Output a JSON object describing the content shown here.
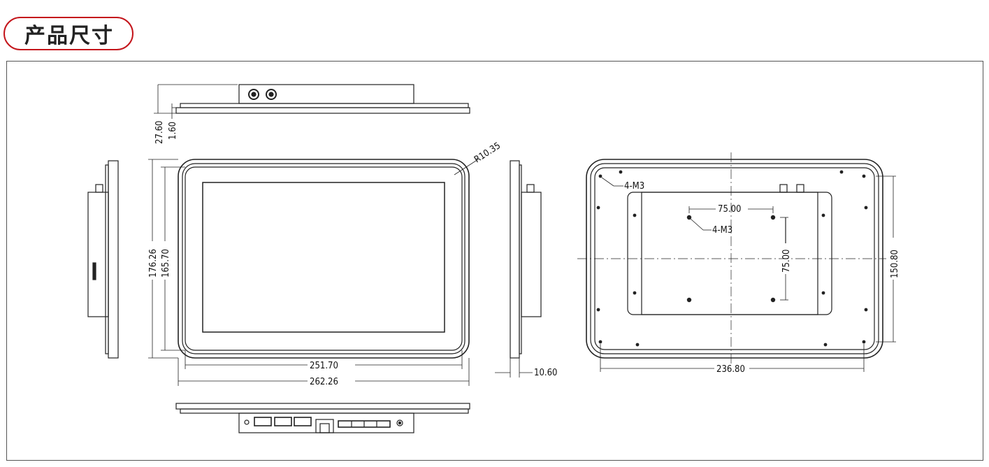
{
  "header": {
    "title": "产品尺寸"
  },
  "colors": {
    "accent": "#c4161c",
    "line": "#222222"
  },
  "dimensions": {
    "total_depth": "27.60",
    "panel_thickness": "1.60",
    "corner_radius": "R10.35",
    "outer_height": "176.26",
    "inner_height": "165.70",
    "inner_width": "251.70",
    "outer_width": "262.26",
    "bezel_depth": "10.60",
    "rear_mount_width": "236.80",
    "rear_mount_height": "150.80",
    "vesa_h": "75.00",
    "vesa_v": "75.00",
    "screw_label_outer": "4-M3",
    "screw_label_vesa": "4-M3"
  }
}
